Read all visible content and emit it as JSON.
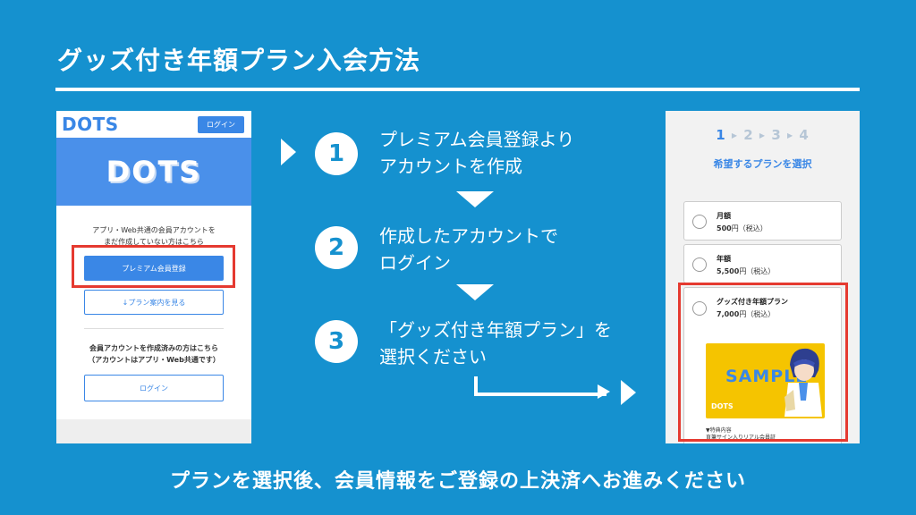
{
  "title": "グッズ付き年額プラン入会方法",
  "left_phone": {
    "logo": "DOTS",
    "login_button": "ログイン",
    "hero_logo": "DOTS",
    "text_line1": "アプリ・Web共通の会員アカウントを",
    "text_line2": "まだ作成していない方はこちら",
    "premium_button": "プレミアム会員登録",
    "plan_button": "↓プラン案内を見る",
    "text_line3": "会員アカウントを作成済みの方はこちら",
    "text_line4": "（アカウントはアプリ・Web共通です）",
    "login_button2": "ログイン"
  },
  "steps": [
    {
      "number": "1",
      "line1": "プレミアム会員登録より",
      "line2": "アカウントを作成"
    },
    {
      "number": "2",
      "line1": "作成したアカウントで",
      "line2": "ログイン"
    },
    {
      "number": "3",
      "line1": "「グッズ付き年額プラン」を",
      "line2": "選択ください"
    }
  ],
  "right_phone": {
    "step_indicator": [
      "1",
      "2",
      "3",
      "4"
    ],
    "active_step": 1,
    "heading": "希望するプランを選択",
    "plans": [
      {
        "name": "月額",
        "price": "500",
        "unit": "円",
        "tax": "（税込）"
      },
      {
        "name": "年額",
        "price": "5,500",
        "unit": "円",
        "tax": "（税込）"
      },
      {
        "name": "グッズ付き年額プラン",
        "price": "7,000",
        "unit": "円",
        "tax": "（税込）"
      }
    ],
    "sample_text": "SAMPLE",
    "sample_logo": "DOTS",
    "perk_title": "▼特典内容",
    "perk_item": "直筆サイン入りリアル会員証"
  },
  "caption": "プランを選択後、会員情報をご登録の上決済へお進みください",
  "colors": {
    "background": "#1591cf",
    "accent": "#3a87e6",
    "highlight": "#e53a30",
    "sample_bg": "#f5c400"
  }
}
